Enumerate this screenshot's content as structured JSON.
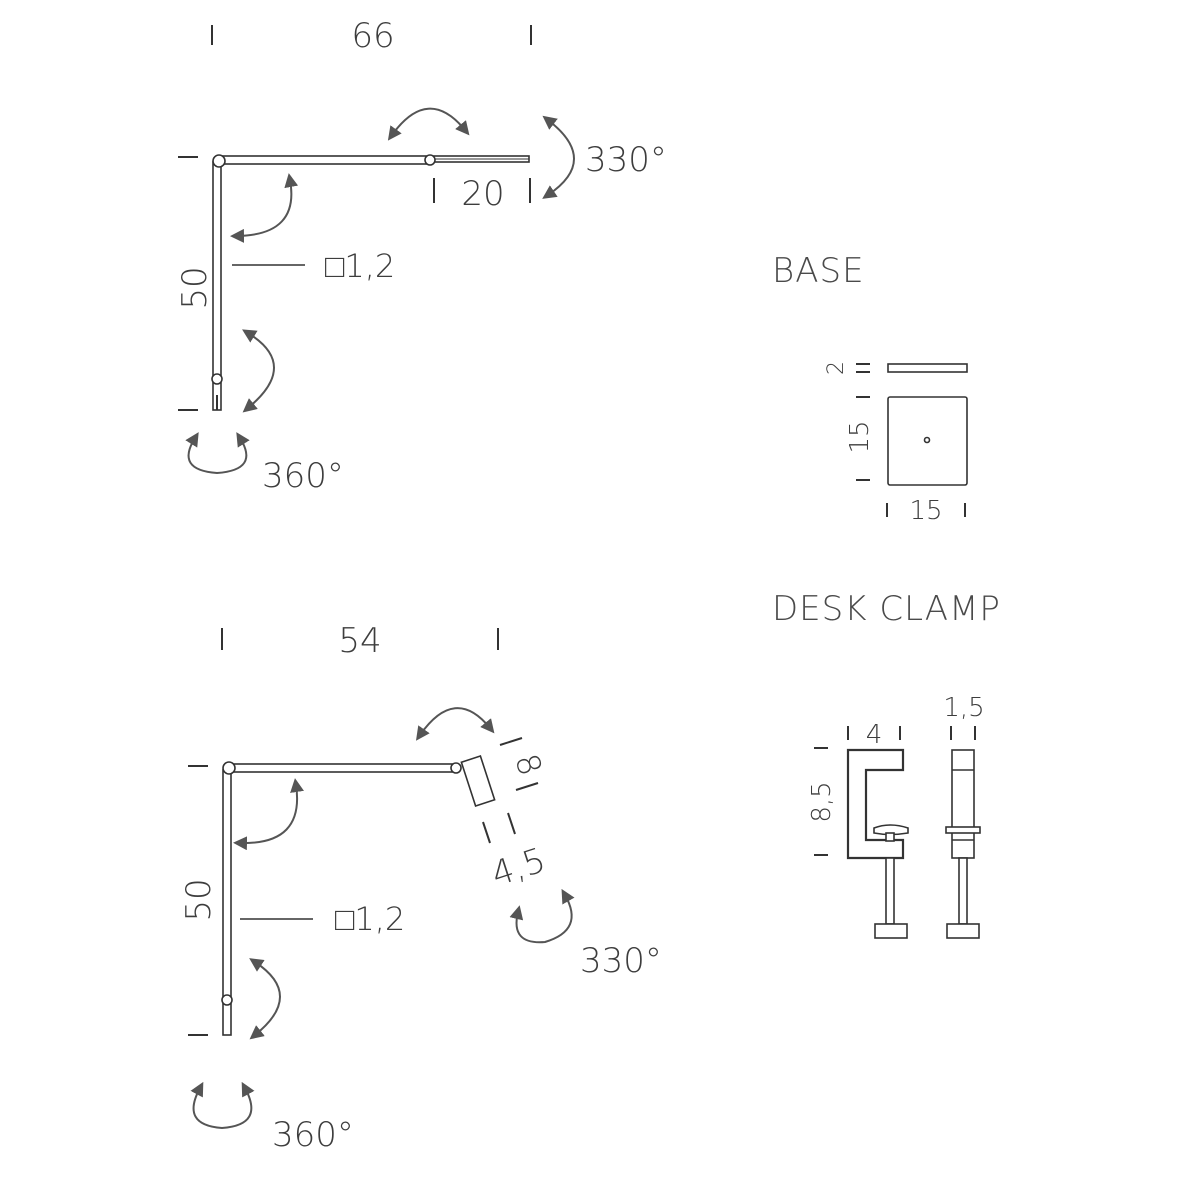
{
  "top_lamp": {
    "arm_length": "66",
    "head_length": "20",
    "height": "50",
    "section": "□1,2",
    "head_rotation": "330°",
    "base_rotation": "360°"
  },
  "bottom_lamp": {
    "arm_length": "54",
    "head_length": "8",
    "head_offset": "4,5",
    "height": "50",
    "section": "□1,2",
    "head_rotation": "330°",
    "base_rotation": "360°"
  },
  "base": {
    "title": "BASE",
    "thickness": "2",
    "depth": "15",
    "width": "15"
  },
  "desk_clamp": {
    "title": "DESK CLAMP",
    "jaw_depth": "4",
    "height": "8,5",
    "thickness": "1,5"
  }
}
